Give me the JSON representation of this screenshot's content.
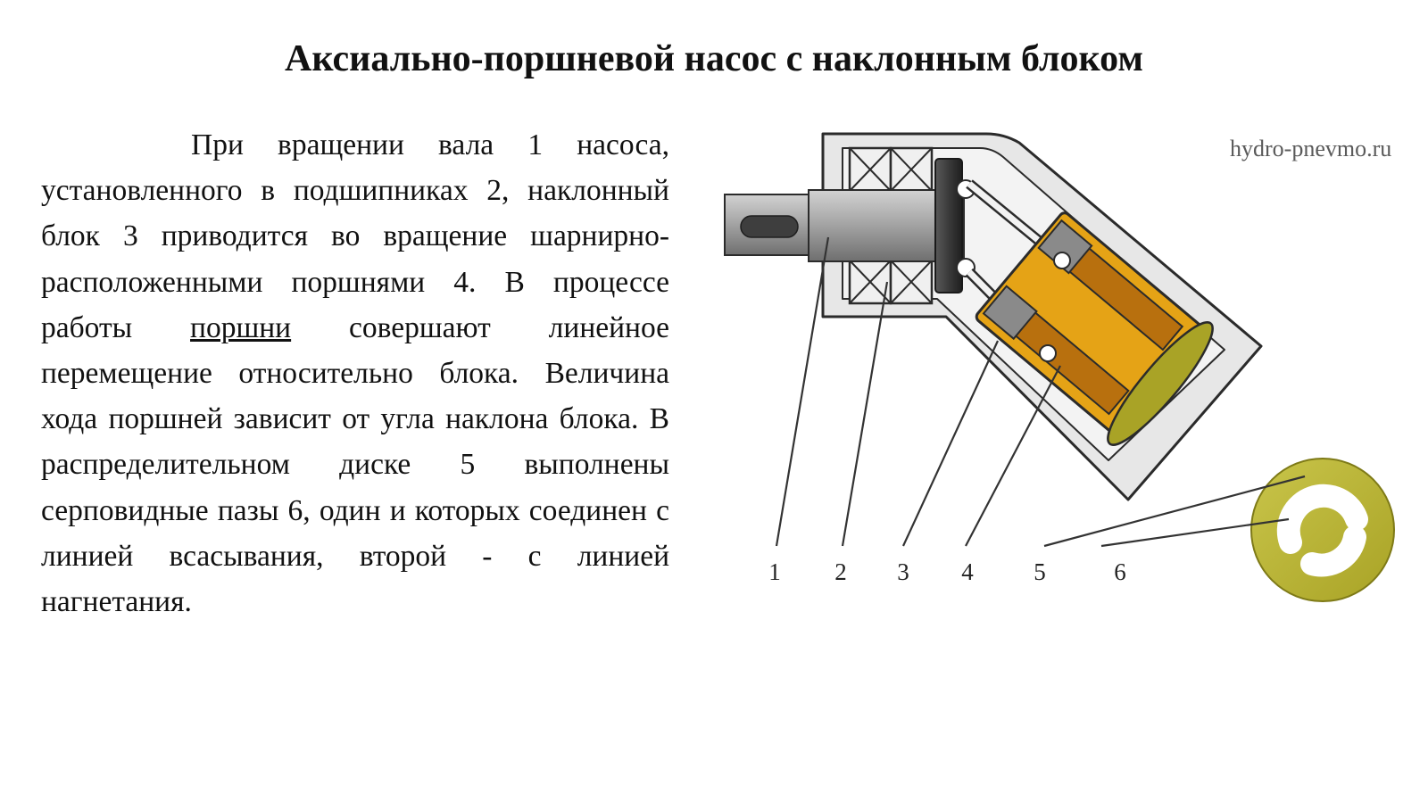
{
  "title": "Аксиально-поршневой насос с наклонным блоком",
  "paragraph": {
    "text_before": "При вращении вала 1 насоса, установленного в подшипниках 2, наклонный блок 3 приводится во вращение шарнирно-расположенными поршнями 4. В процессе работы ",
    "link_text": "поршни",
    "text_after": " совершают линейное перемещение относительно блока. Величина хода поршней зависит от угла наклона блока. В распределительном диске 5 выполнены серповидные пазы 6, один и которых соединен с линией всасывания, второй - с линией нагнетания."
  },
  "watermark": "hydro-pnevmo.ru",
  "diagram": {
    "callouts": [
      "1",
      "2",
      "3",
      "4",
      "5",
      "6"
    ],
    "colors": {
      "housing": "#e7e7e7",
      "outline": "#2b2b2b",
      "shaft": "#9b9b9b",
      "block_orange": "#e5a316",
      "block_dark": "#b8700e",
      "distributor_disc": "#a9a326"
    }
  }
}
